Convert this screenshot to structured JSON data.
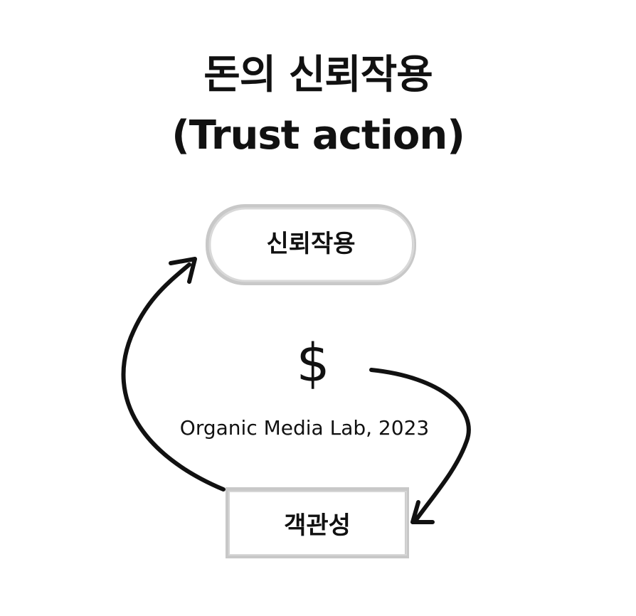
{
  "title": {
    "line1": "돈의 신뢰작용",
    "line2": "(Trust action)"
  },
  "diagram": {
    "top_node": "신뢰작용",
    "bottom_node": "객관성",
    "symbol": "$",
    "credit": "Organic Media Lab, 2023",
    "colors": {
      "node_border": "#c8c8c8",
      "arrow": "#111111",
      "text": "#111111"
    }
  }
}
